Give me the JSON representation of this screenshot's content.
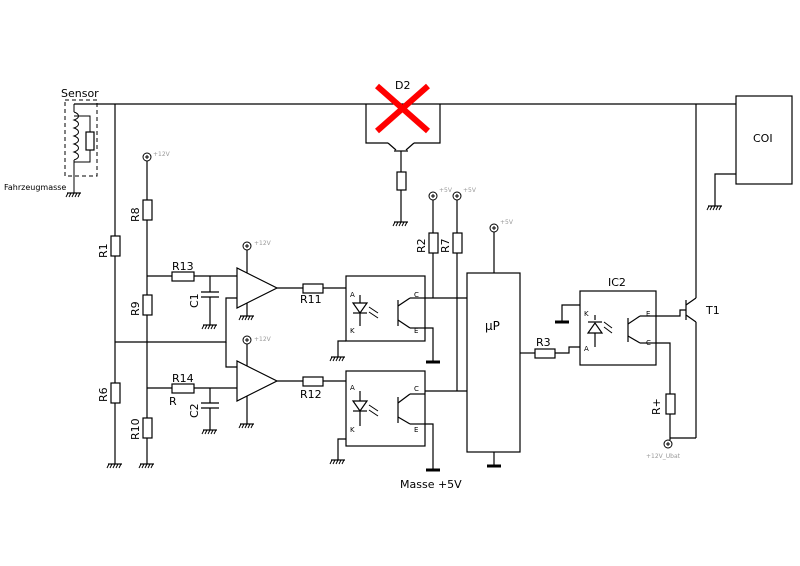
{
  "labels": {
    "sensor": "Sensor",
    "fahrzeugmasse": "Fahrzeugmasse",
    "d2": "D2",
    "coi": "COI",
    "r1": "R1",
    "r8": "R8",
    "r9": "R9",
    "r6": "R6",
    "r10": "R10",
    "r13": "R13",
    "r14": "R14",
    "r": "R",
    "c1": "C1",
    "c2": "C2",
    "r11": "R11",
    "r12": "R12",
    "r2": "R2",
    "r7": "R7",
    "r3": "R3",
    "up": "µP",
    "ic2": "IC2",
    "t1": "T1",
    "rplus": "R+",
    "masse5v": "Masse +5V",
    "v12": "+12V",
    "v5": "+5V",
    "v12ubat": "+12V_Ubat"
  },
  "pins": {
    "a": "A",
    "k": "K",
    "c": "C",
    "e": "E"
  },
  "colors": {
    "wire": "#000000",
    "cross": "#ff0000",
    "supply_label": "#9a9a9a"
  }
}
